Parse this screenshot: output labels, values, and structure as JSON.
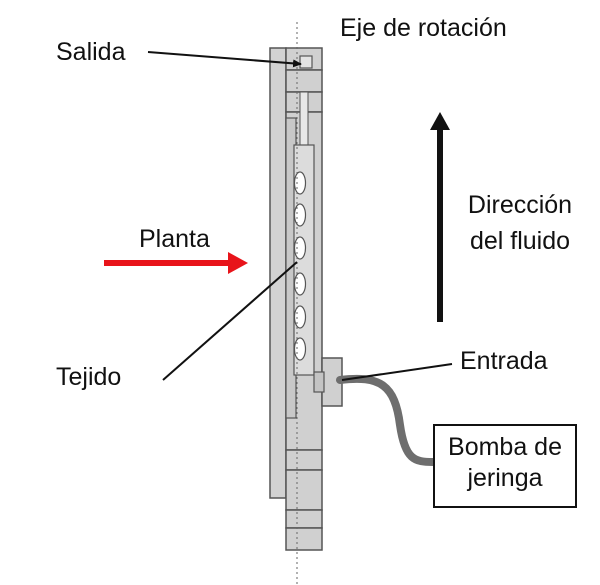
{
  "labels": {
    "outlet": "Salida",
    "rotation_axis": "Eje de rotación",
    "plant": "Planta",
    "fluid_direction_line1": "Dirección",
    "fluid_direction_line2": "del fluido",
    "tissue": "Tejido",
    "inlet": "Entrada",
    "pump_line1": "Bomba de",
    "pump_line2": "jeringa"
  },
  "colors": {
    "plant_arrow": "#e8141a",
    "device_fill": "#d0d0d0",
    "device_stroke": "#555555",
    "tube": "#6e6e6e",
    "text": "#111111"
  }
}
